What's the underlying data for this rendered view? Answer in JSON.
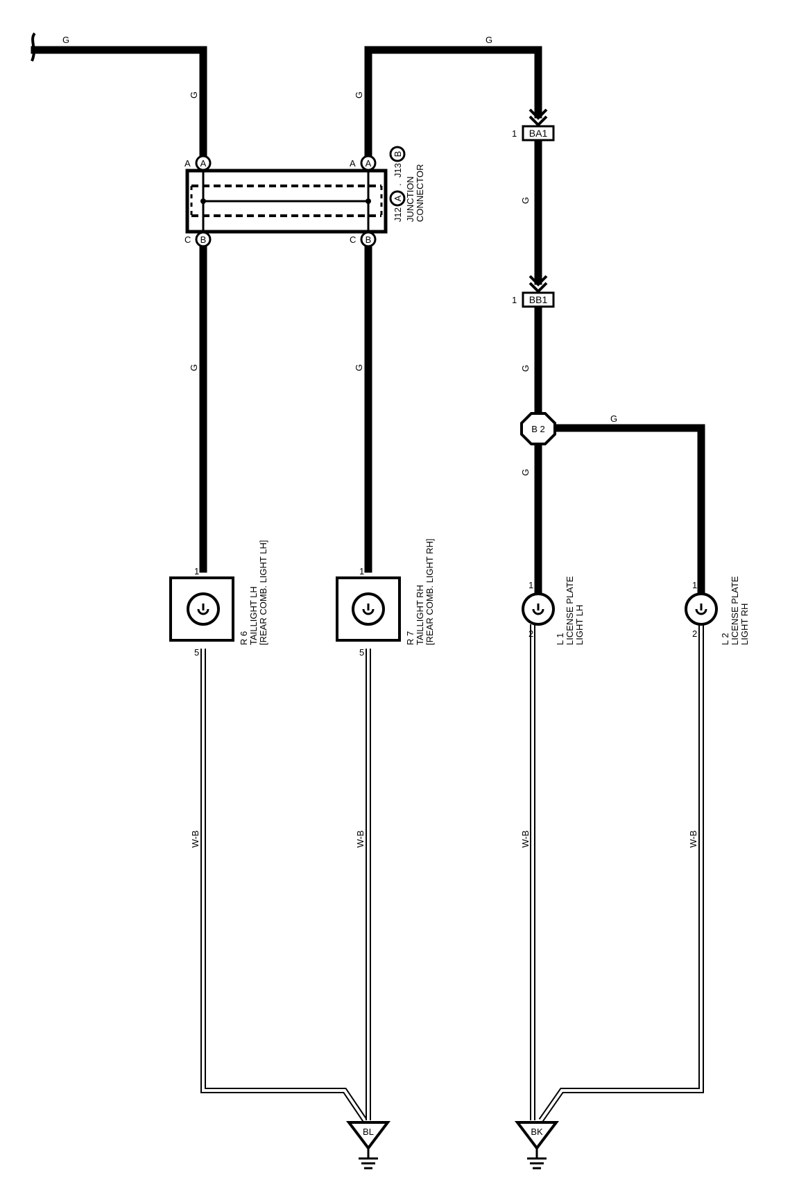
{
  "wire_colors": {
    "green": "G",
    "white_black": "W-B"
  },
  "junction_connector": {
    "label_line1": "JUNCTION",
    "label_line2": "CONNECTOR",
    "ref_a": "J12",
    "ref_b": "J13",
    "separator": ".",
    "pin_a": "A",
    "pin_b": "B",
    "pin_c": "C",
    "circle_a": "A",
    "circle_b": "B"
  },
  "connectors": {
    "ba1": {
      "name": "BA1",
      "pin": "1"
    },
    "bb1": {
      "name": "BB1",
      "pin": "1"
    },
    "b2": {
      "name": "B 2"
    }
  },
  "components": {
    "r6": {
      "ref": "R 6",
      "name": "TAILLIGHT LH",
      "note": "[REAR COMB.  LIGHT LH]",
      "pin_top": "1",
      "pin_bottom": "5"
    },
    "r7": {
      "ref": "R 7",
      "name": "TAILLIGHT RH",
      "note": "[REAR COMB.  LIGHT RH]",
      "pin_top": "1",
      "pin_bottom": "5"
    },
    "l1": {
      "ref": "L 1",
      "name": "LICENSE PLATE",
      "name2": "LIGHT LH",
      "pin_top": "1",
      "pin_bottom": "2"
    },
    "l2": {
      "ref": "L 2",
      "name": "LICENSE PLATE",
      "name2": "LIGHT RH",
      "pin_top": "1",
      "pin_bottom": "2"
    }
  },
  "grounds": {
    "bl": "BL",
    "bk": "BK"
  }
}
